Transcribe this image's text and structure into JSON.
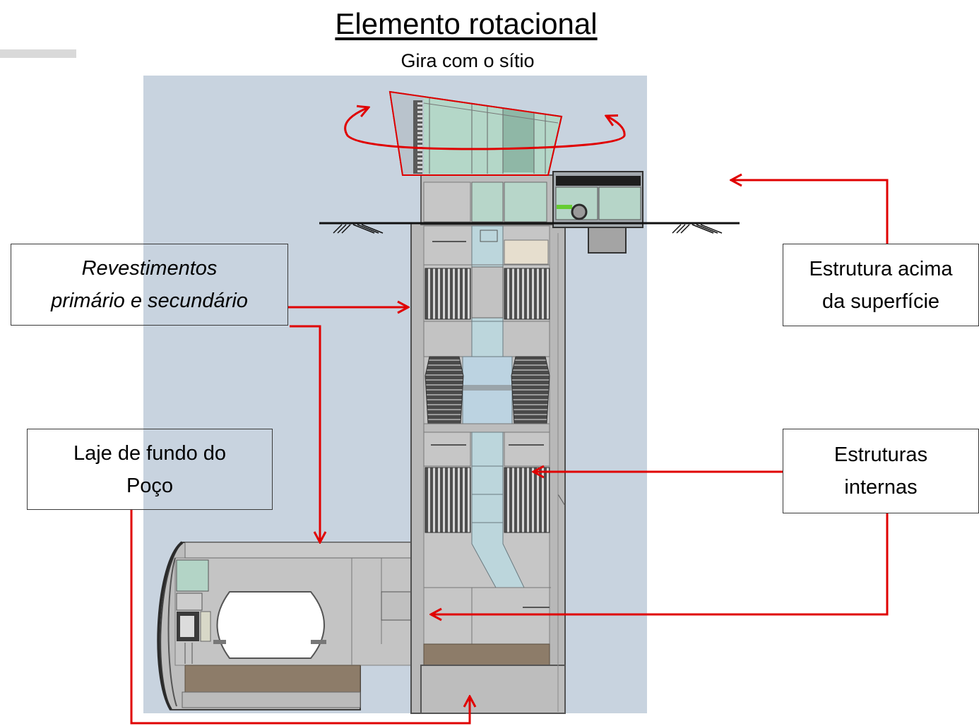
{
  "title": "Elemento rotacional",
  "subtitle": "Gira com o sítio",
  "labels": {
    "revestimentos": [
      "Revestimentos",
      "primário e secundário"
    ],
    "estrutura_acima": [
      "Estrutura acima",
      "da superfície"
    ],
    "laje": [
      "Laje de fundo do",
      "Poço"
    ],
    "estruturas_internas": [
      "Estruturas",
      "internas"
    ]
  },
  "colors": {
    "arrow": "#e00000",
    "background_panel": "#c8d3df"
  }
}
